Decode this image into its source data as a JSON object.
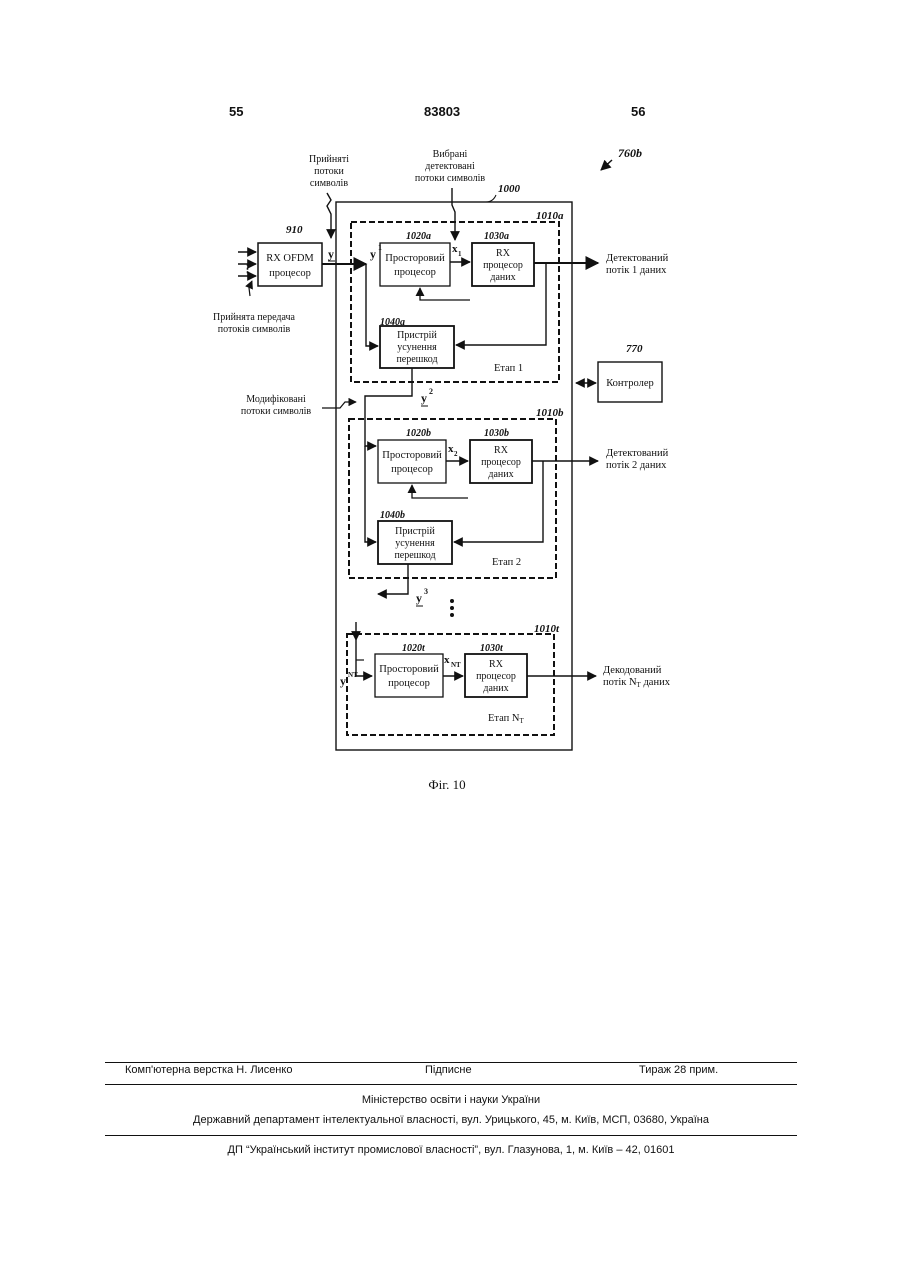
{
  "header": {
    "page_left": "55",
    "patent_number": "83803",
    "page_right": "56"
  },
  "figure": {
    "ref_main": "760b",
    "ref_block": "1000",
    "label_received_streams": [
      "Прийняті",
      "потоки",
      "символів"
    ],
    "label_selected_streams": [
      "Вибрані",
      "детектовані",
      "потоки символів"
    ],
    "label_received_transmission": [
      "Прийнята передача",
      "потоків символів"
    ],
    "label_modified_streams": [
      "Модифіковані",
      "потоки символів"
    ],
    "ofdm": {
      "ref": "910",
      "lines": [
        "RX OFDM",
        "процесор"
      ]
    },
    "y": "y",
    "stage1": {
      "ref": "1010a",
      "sp_ref": "1020a",
      "rx_ref": "1030a",
      "ic_ref": "1040a",
      "sp_lines": [
        "Просторовий",
        "процесор"
      ],
      "rx_lines": [
        "RX",
        "процесор",
        "даних"
      ],
      "ic_lines": [
        "Пристрій",
        "усунення",
        "перешкод"
      ],
      "stage_label": "Етап 1",
      "out_lines": [
        "Детектований",
        "потік 1 даних"
      ],
      "y_in": "y",
      "y_in_sup": "1",
      "x_hat": "x",
      "x_sub": "1",
      "y_out": "y",
      "y_out_sup": "2"
    },
    "stage2": {
      "ref": "1010b",
      "sp_ref": "1020b",
      "rx_ref": "1030b",
      "ic_ref": "1040b",
      "sp_lines": [
        "Просторовий",
        "процесор"
      ],
      "rx_lines": [
        "RX",
        "процесор",
        "даних"
      ],
      "ic_lines": [
        "Пристрій",
        "усунення",
        "перешкод"
      ],
      "stage_label": "Етап 2",
      "out_lines": [
        "Детектований",
        "потік 2 даних"
      ],
      "x_hat": "x",
      "x_sub": "2",
      "y_out": "y",
      "y_out_sup": "3"
    },
    "stageN": {
      "ref": "1010t",
      "sp_ref": "1020t",
      "rx_ref": "1030t",
      "sp_lines": [
        "Просторовий",
        "процесор"
      ],
      "rx_lines": [
        "RX",
        "процесор",
        "даних"
      ],
      "stage_label": "Етап N",
      "stage_label_sub": "T",
      "out_lines": [
        "Декодований",
        "потік N",
        "T",
        " даних"
      ],
      "y_in": "y",
      "y_in_sup": "NT",
      "x_hat": "x",
      "x_sub": "NT"
    },
    "controller": {
      "ref": "770",
      "label": "Контролер"
    },
    "caption": "Фіг. 10"
  },
  "footer": {
    "typesetting": "Комп'ютерна верстка Н. Лисенко",
    "signed": "Підписне",
    "circulation": "Тираж 28 прим.",
    "ministry": "Міністерство освіти і науки України",
    "department": "Державний департамент інтелектуальної власності, вул. Урицького, 45, м. Київ, МСП, 03680, Україна",
    "institute": "ДП “Український інститут промислової власності”, вул. Глазунова, 1, м. Київ – 42, 01601"
  }
}
